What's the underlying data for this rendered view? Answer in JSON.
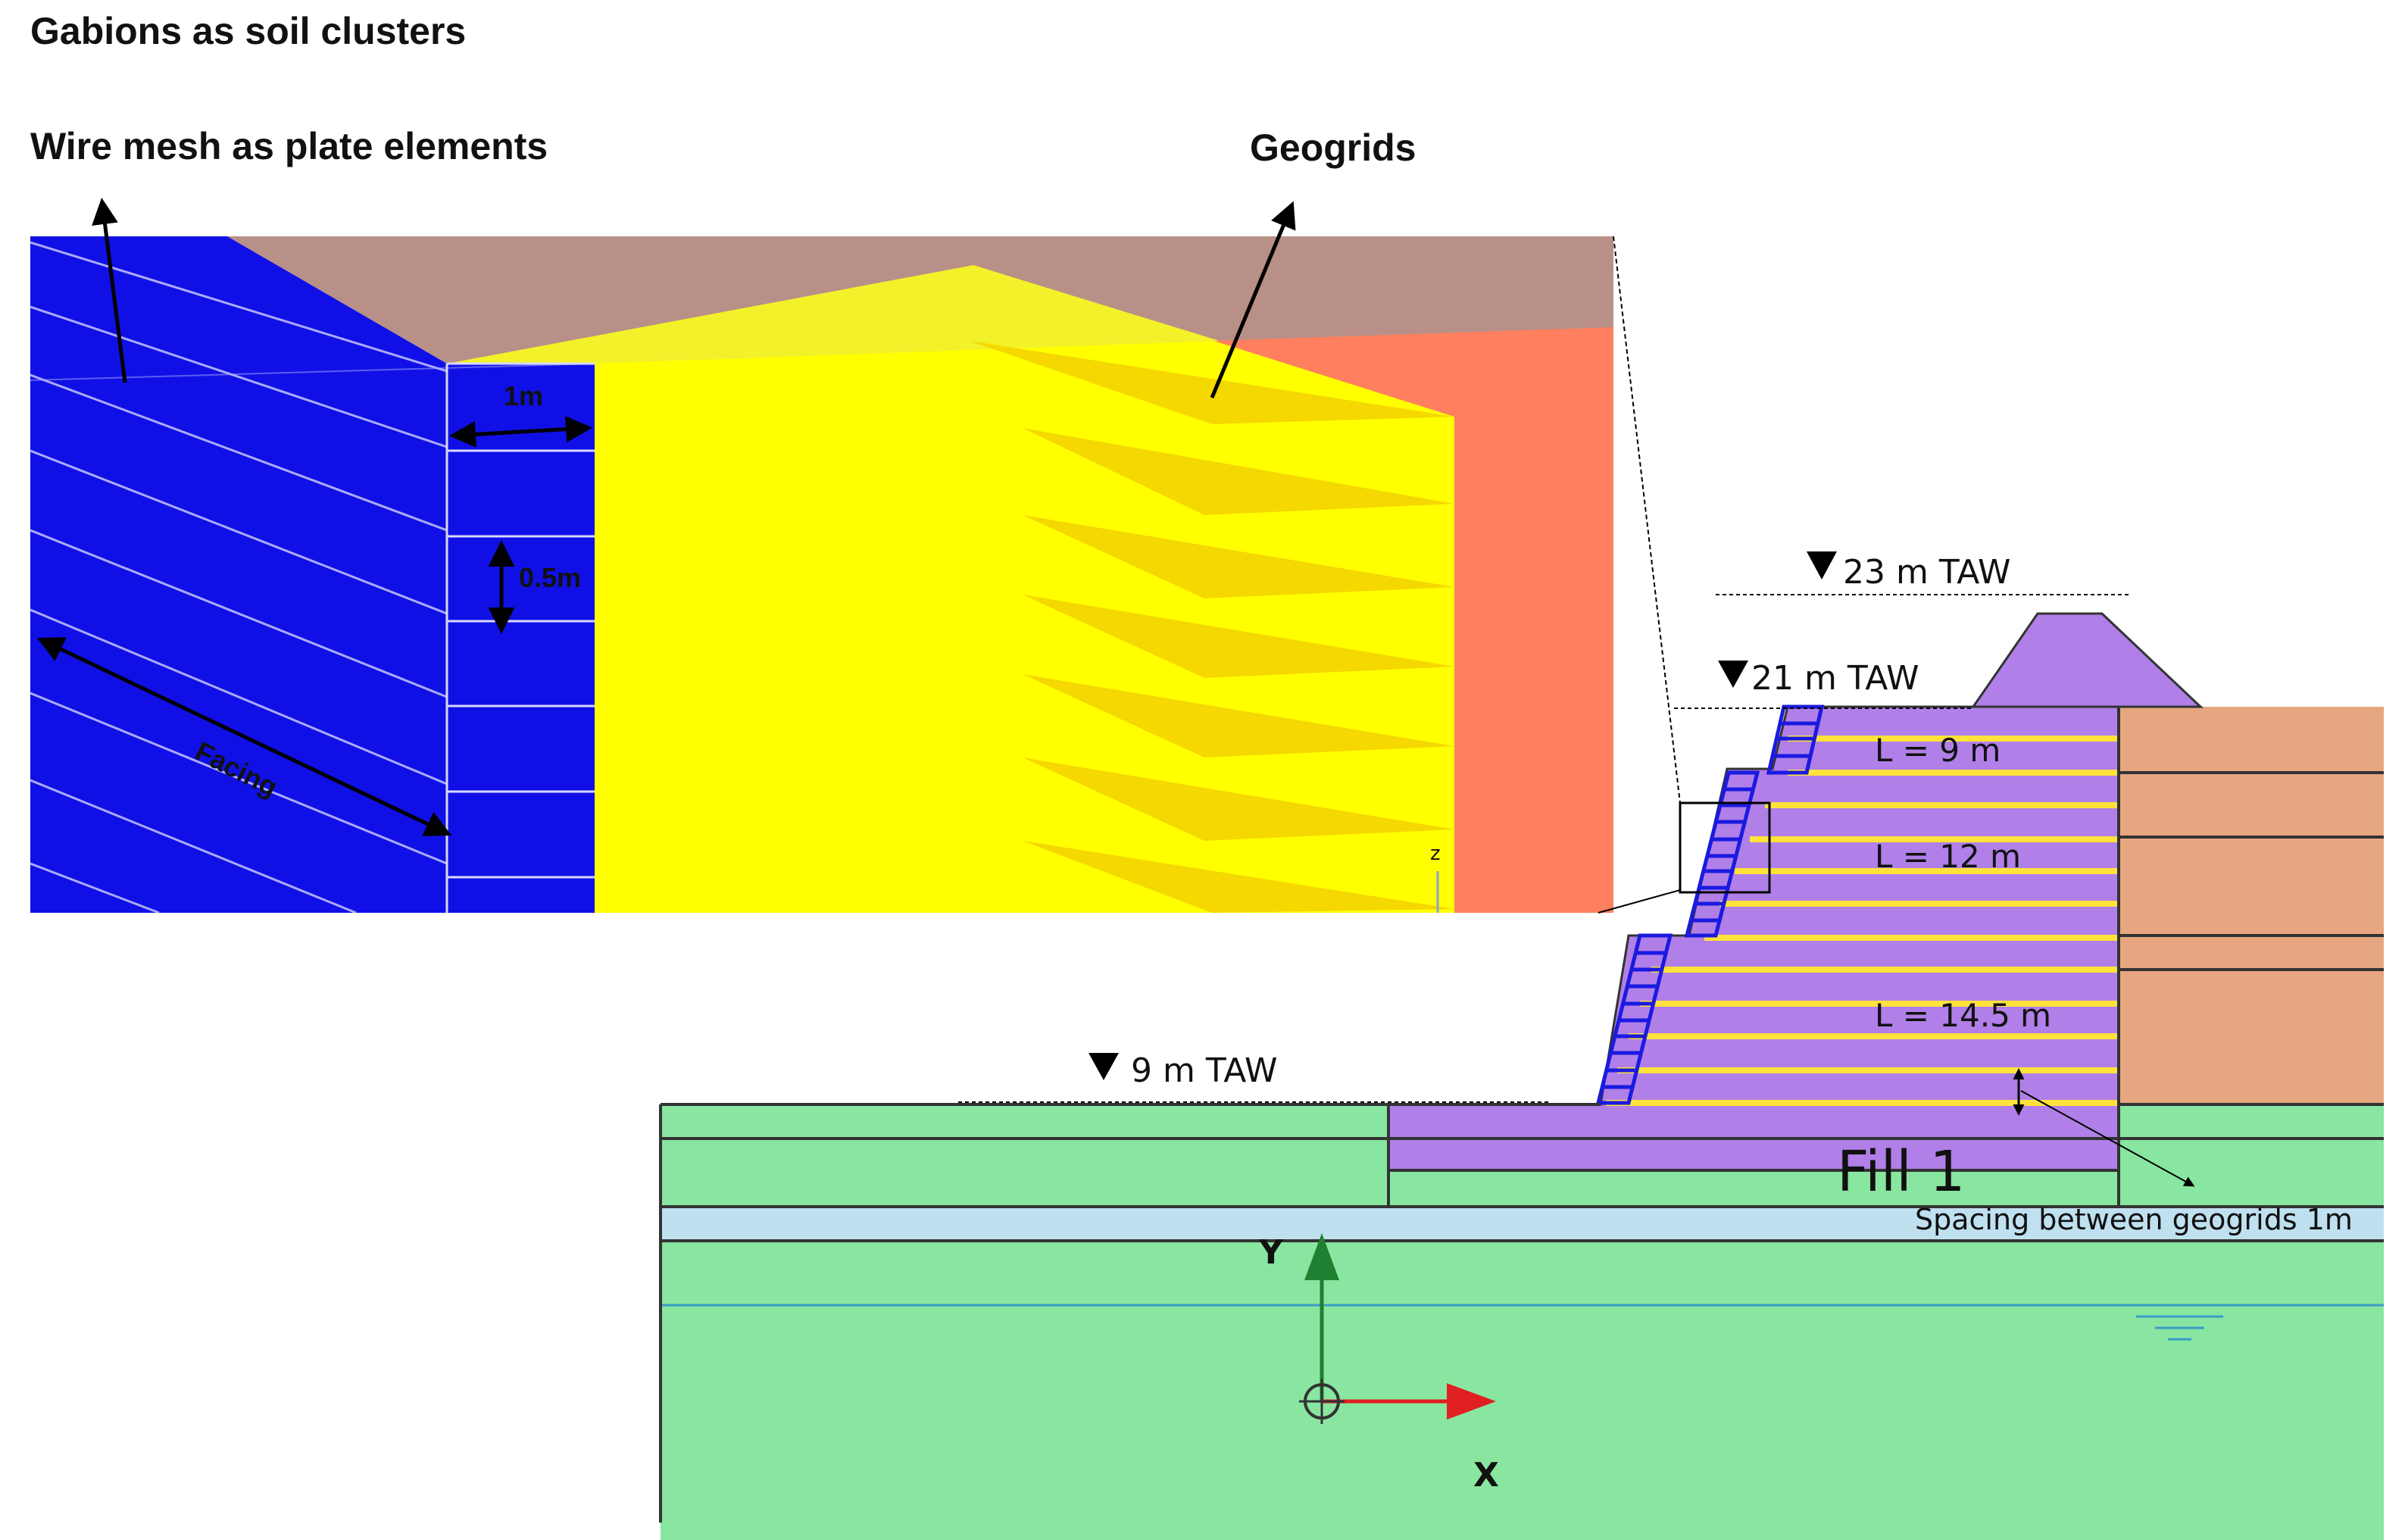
{
  "captions": {
    "gabions": "Gabions as soil clusters",
    "wire_mesh": "Wire mesh as plate elements",
    "geogrids": "Geogrids"
  },
  "detail_view": {
    "dim_width": "1m",
    "dim_height": "0.5m",
    "facing_label": "Facing",
    "axis_label": "z"
  },
  "section": {
    "levels": [
      "23 m TAW",
      "21 m TAW",
      "9 m TAW"
    ],
    "geogrid_lengths": [
      "L = 9 m",
      "L = 12 m",
      "L = 14.5 m"
    ],
    "fill_label": "Fill 1",
    "spacing_note": "Spacing between geogrids 1m",
    "axis_y": "Y",
    "axis_x": "X"
  },
  "colors": {
    "gabion_blue": "#1010e6",
    "soil_yellow": "#ffff00",
    "geogrid_yellow": "#f5d800",
    "orange_soil": "#ff7f5e",
    "top_brown": "#b99088",
    "fill_purple": "#b07fe8",
    "foundation_green": "#88e6a0",
    "water_blue": "#bfe0ef",
    "backfill_tan": "#e6a680",
    "axis_green": "#1e8030",
    "axis_red": "#e02020"
  }
}
